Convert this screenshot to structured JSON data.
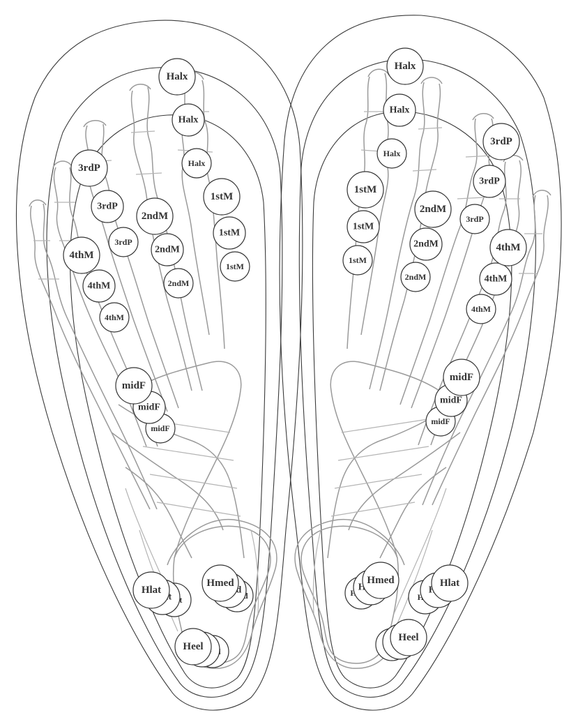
{
  "labels": {
    "halx": "Halx",
    "p3": "3rdP",
    "m1": "1stM",
    "m2": "2ndM",
    "m4": "4thM",
    "midf": "midF",
    "hlat": "Hlat",
    "hmed": "Hmed",
    "heel": "Heel"
  },
  "colors": {
    "outline": "#3a3a3a",
    "bone": "#9a9a9a",
    "marker_stroke": "#333333",
    "marker_fill": "#ffffff"
  },
  "feet": [
    {
      "side": "left-image",
      "sensors": [
        {
          "key": "halx"
        },
        {
          "key": "halx"
        },
        {
          "key": "halx"
        },
        {
          "key": "p3"
        },
        {
          "key": "p3"
        },
        {
          "key": "p3"
        },
        {
          "key": "m1"
        },
        {
          "key": "m1"
        },
        {
          "key": "m1"
        },
        {
          "key": "m2"
        },
        {
          "key": "m2"
        },
        {
          "key": "m2"
        },
        {
          "key": "m4"
        },
        {
          "key": "m4"
        },
        {
          "key": "m4"
        },
        {
          "key": "midf"
        },
        {
          "key": "midf"
        },
        {
          "key": "midf"
        },
        {
          "key": "hlat"
        },
        {
          "key": "hlat"
        },
        {
          "key": "hlat"
        },
        {
          "key": "hmed"
        },
        {
          "key": "hmed"
        },
        {
          "key": "hmed"
        },
        {
          "key": "heel"
        },
        {
          "key": "heel"
        },
        {
          "key": "heel"
        }
      ]
    },
    {
      "side": "right-image",
      "sensors": [
        {
          "key": "halx"
        },
        {
          "key": "halx"
        },
        {
          "key": "halx"
        },
        {
          "key": "p3"
        },
        {
          "key": "p3"
        },
        {
          "key": "p3"
        },
        {
          "key": "m1"
        },
        {
          "key": "m1"
        },
        {
          "key": "m1"
        },
        {
          "key": "m2"
        },
        {
          "key": "m2"
        },
        {
          "key": "m2"
        },
        {
          "key": "m4"
        },
        {
          "key": "m4"
        },
        {
          "key": "m4"
        },
        {
          "key": "midf"
        },
        {
          "key": "midf"
        },
        {
          "key": "midf"
        },
        {
          "key": "hlat"
        },
        {
          "key": "hlat"
        },
        {
          "key": "hlat"
        },
        {
          "key": "hmed"
        },
        {
          "key": "hmed"
        },
        {
          "key": "hmed"
        },
        {
          "key": "heel"
        },
        {
          "key": "heel"
        },
        {
          "key": "heel"
        }
      ]
    }
  ]
}
